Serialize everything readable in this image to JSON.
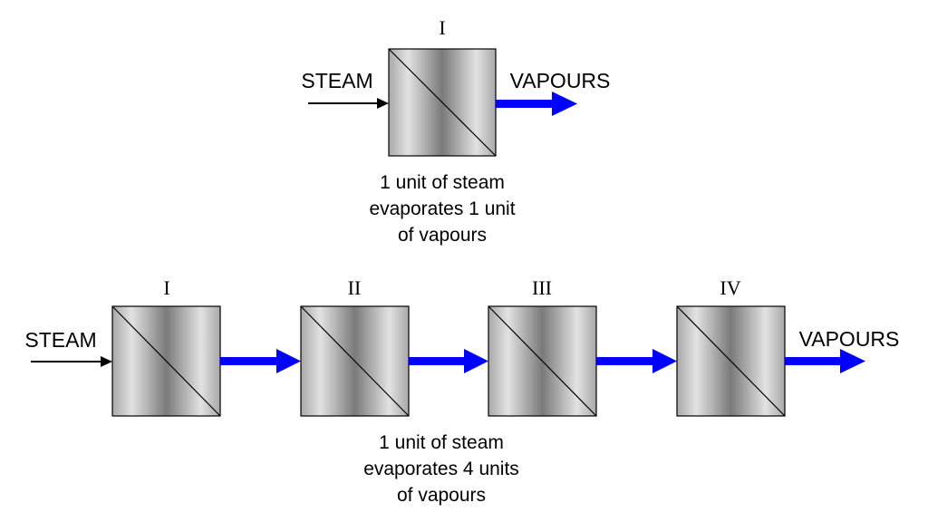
{
  "single_effect": {
    "stage_label": "I",
    "input_label": "STEAM",
    "output_label": "VAPOURS",
    "caption_lines": [
      "1 unit of steam",
      "evaporates 1 unit",
      "of vapours"
    ]
  },
  "multiple_effect": {
    "stage_labels": [
      "I",
      "II",
      "III",
      "IV"
    ],
    "input_label": "STEAM",
    "output_label": "VAPOURS",
    "caption_lines": [
      "1 unit of steam",
      "evaporates 4 units",
      "of vapours"
    ]
  },
  "colors": {
    "vapour_arrow": "#0000ff",
    "steam_arrow": "#000000",
    "box_edge": "#9a9a9a",
    "box_mid": "#6e6e6e",
    "box_outline": "#000000"
  }
}
